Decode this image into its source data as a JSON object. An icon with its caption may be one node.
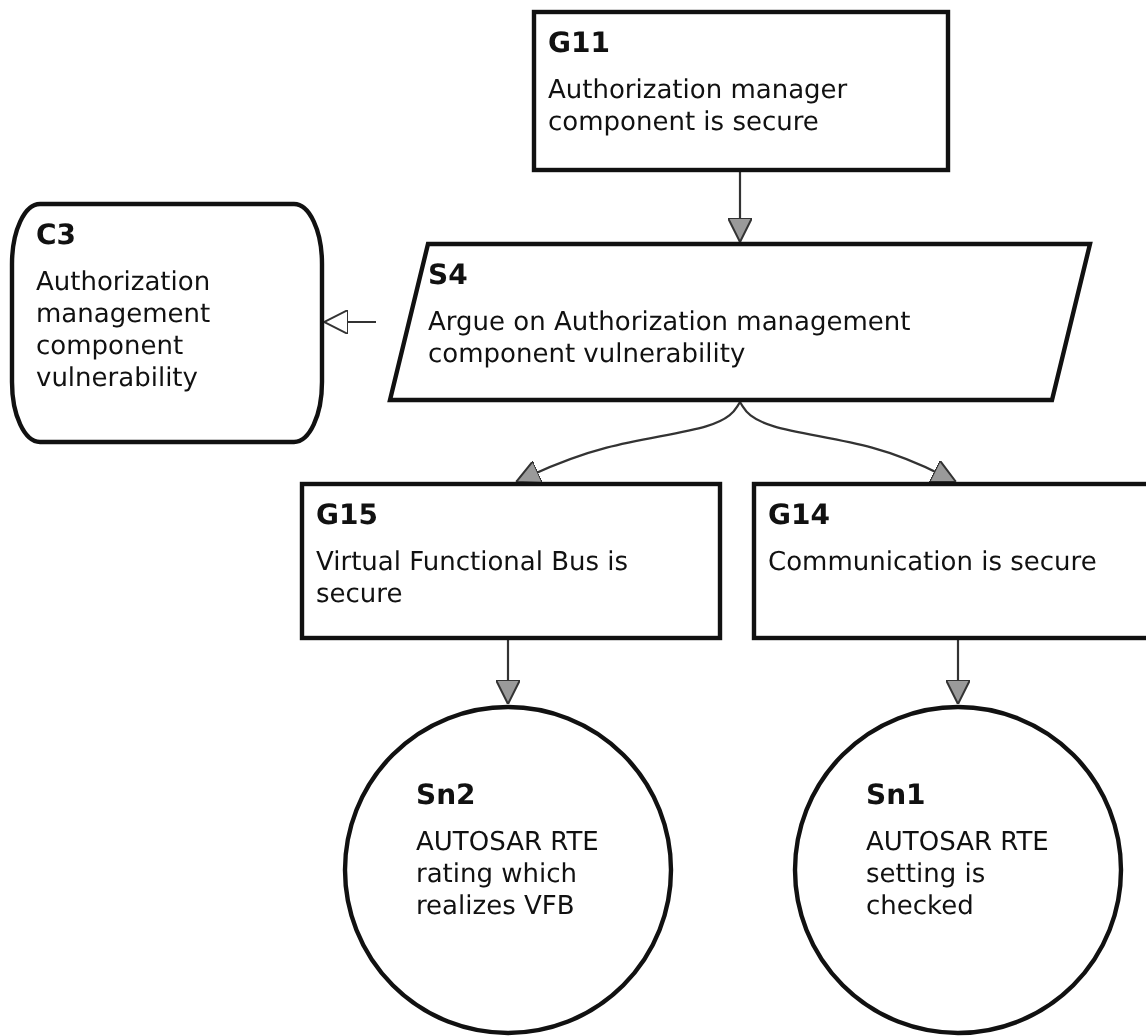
{
  "diagram": {
    "nodes": [
      {
        "text": [
          "G11",
          "Authorization manager component is secure"
        ]
      },
      {
        "text": [
          "C3",
          "Authorization management component vulnerability"
        ]
      },
      {
        "text": [
          "S4",
          "Argue on Authorization management component vulnerability"
        ]
      },
      {
        "text": [
          "G15",
          "Virtual Functional Bus is secure"
        ]
      },
      {
        "text": [
          "G14",
          "Communication is secure"
        ]
      },
      {
        "text": [
          "Sn2",
          "AUTOSAR RTE rating which realizes VFB"
        ]
      },
      {
        "text": [
          "Sn1",
          "AUTOSAR RTE setting is checked"
        ]
      }
    ],
    "edges": [
      {
        "from": 0,
        "to": 2,
        "arrow": "to"
      },
      {
        "from": 2,
        "to": 1,
        "arrow": "to"
      },
      {
        "from": 2,
        "to": 3,
        "arrow": "to"
      },
      {
        "from": 2,
        "to": 4,
        "arrow": "to"
      },
      {
        "from": 3,
        "to": 5,
        "arrow": "to"
      },
      {
        "from": 4,
        "to": 6,
        "arrow": "to"
      }
    ]
  }
}
